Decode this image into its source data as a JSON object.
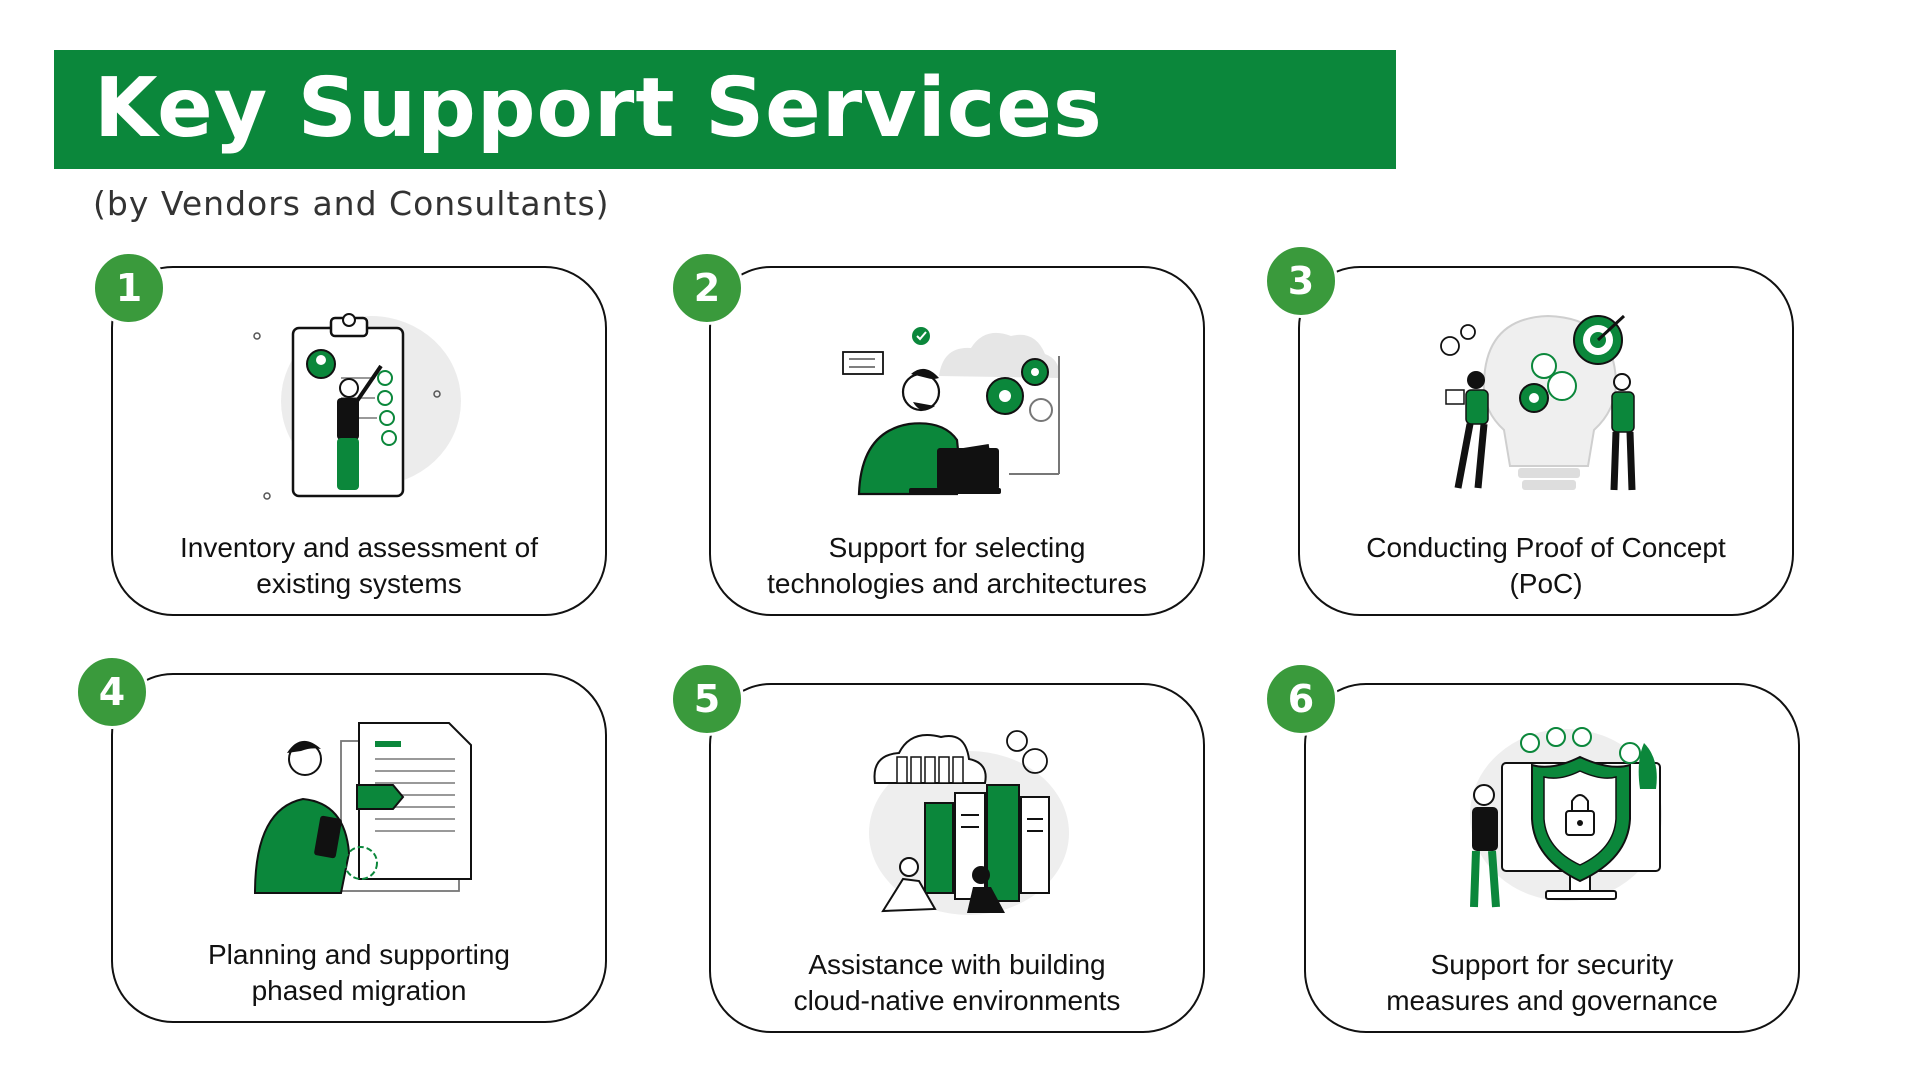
{
  "title": "Key Support Services",
  "subtitle": "(by Vendors and Consultants)",
  "colors": {
    "brand_green": "#0b873b",
    "badge_green": "#3a9a3c",
    "ink": "#111111"
  },
  "services": [
    {
      "number": "1",
      "line1": "Inventory and assessment of",
      "line2": "existing systems",
      "icon": "clipboard-checklist-icon"
    },
    {
      "number": "2",
      "line1": "Support for selecting",
      "line2": "technologies and architectures",
      "icon": "cloud-gears-laptop-icon"
    },
    {
      "number": "3",
      "line1": "Conducting Proof of Concept",
      "line2": "(PoC)",
      "icon": "lightbulb-target-icon"
    },
    {
      "number": "4",
      "line1": "Planning and supporting",
      "line2": "phased migration",
      "icon": "document-tablet-icon"
    },
    {
      "number": "5",
      "line1": "Assistance with building",
      "line2": "cloud-native environments",
      "icon": "cloud-servers-icon"
    },
    {
      "number": "6",
      "line1": "Support for security",
      "line2": "measures and governance",
      "icon": "shield-lock-icon"
    }
  ]
}
